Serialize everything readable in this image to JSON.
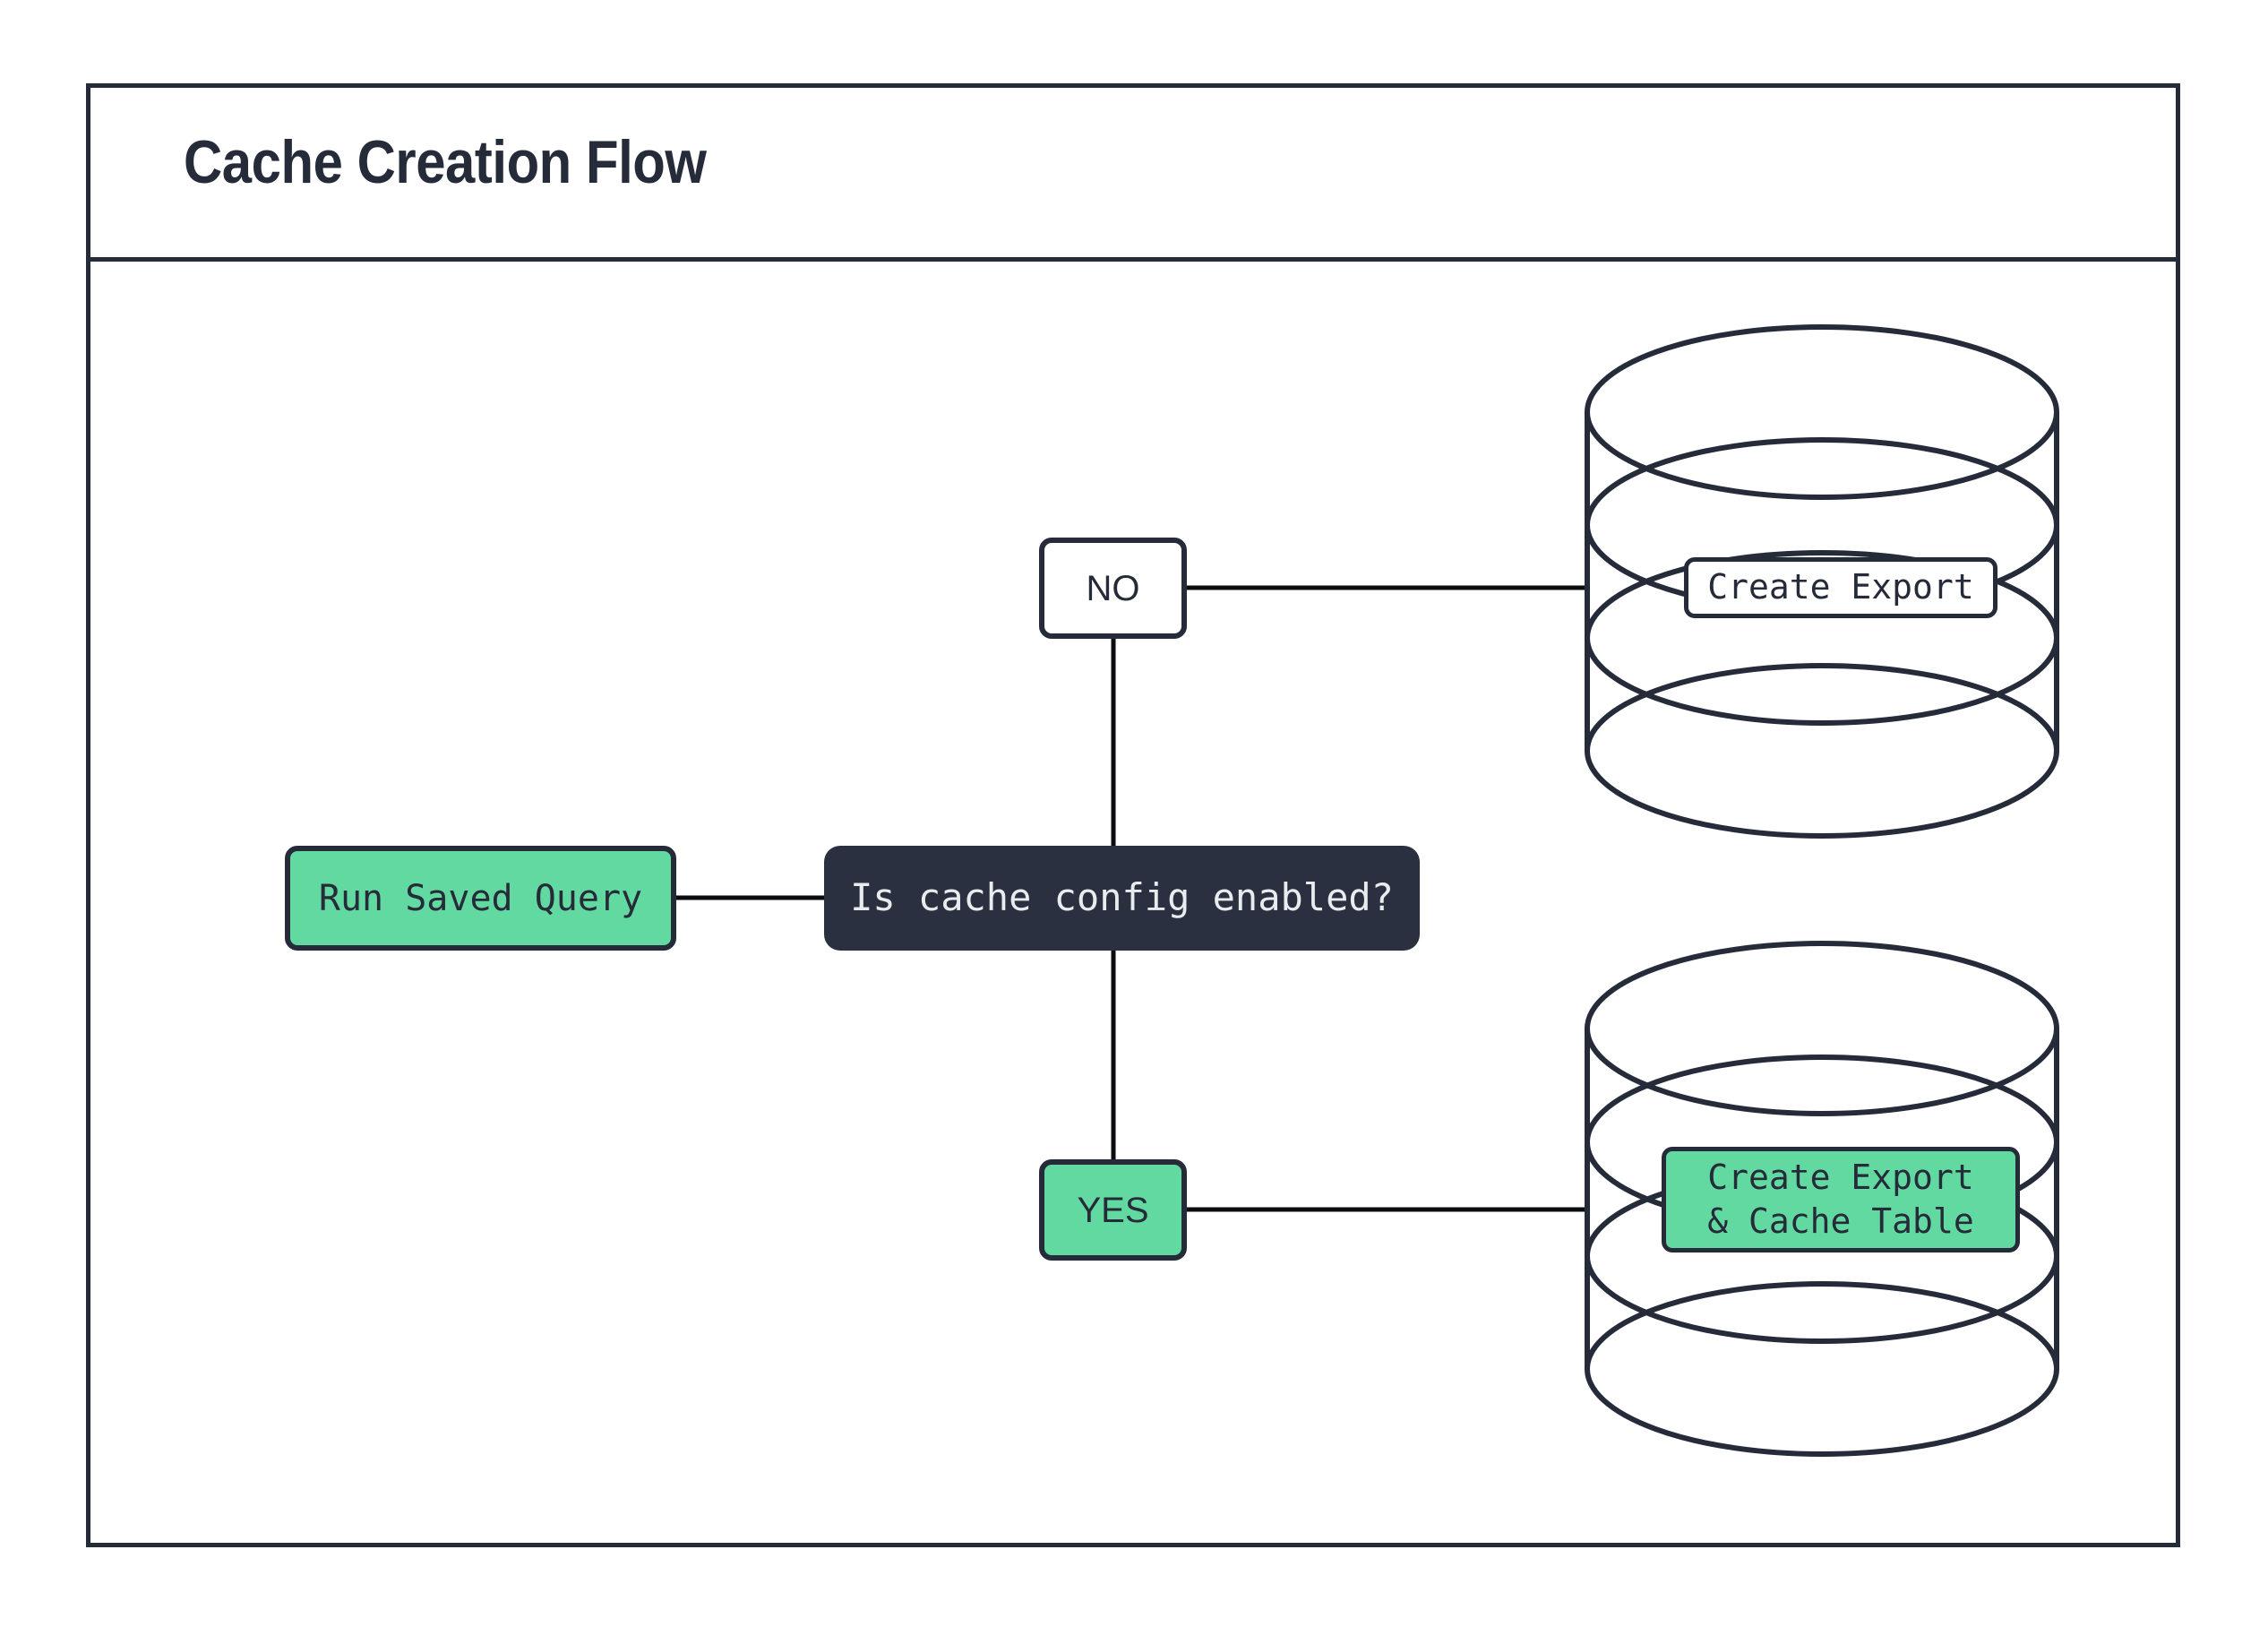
{
  "diagram": {
    "title": "Cache Creation Flow",
    "type": "flowchart",
    "colors": {
      "frame_border": "#262b3a",
      "accent_green": "#62d9a0",
      "decision_fill": "#2b3040",
      "decision_text": "#e9ecef",
      "edge": "#0b0c10",
      "canvas": "#ffffff"
    },
    "nodes": [
      {
        "id": "run-saved-query",
        "label": "Run Saved Query",
        "shape": "rounded-rect",
        "style": "process",
        "fill": "#62d9a0"
      },
      {
        "id": "decision",
        "label": "Is cache config enabled?",
        "shape": "rounded-rect",
        "style": "decision",
        "fill": "#2b3040"
      },
      {
        "id": "branch-no",
        "label": "NO",
        "shape": "rounded-rect",
        "style": "branch",
        "fill": "#ffffff"
      },
      {
        "id": "branch-yes",
        "label": "YES",
        "shape": "rounded-rect",
        "style": "branch",
        "fill": "#62d9a0"
      },
      {
        "id": "database-export",
        "label": "Create Export",
        "shape": "database-cylinder",
        "style": "datastore",
        "fill": "#ffffff"
      },
      {
        "id": "database-export-cache",
        "label": "Create Export\n& Cache Table",
        "shape": "database-cylinder",
        "style": "datastore",
        "fill": "#62d9a0"
      }
    ],
    "edges": [
      {
        "from": "run-saved-query",
        "to": "decision",
        "label": ""
      },
      {
        "from": "decision",
        "to": "branch-no",
        "label": ""
      },
      {
        "from": "branch-no",
        "to": "database-export",
        "label": ""
      },
      {
        "from": "decision",
        "to": "branch-yes",
        "label": ""
      },
      {
        "from": "branch-yes",
        "to": "database-export-cache",
        "label": ""
      }
    ]
  }
}
